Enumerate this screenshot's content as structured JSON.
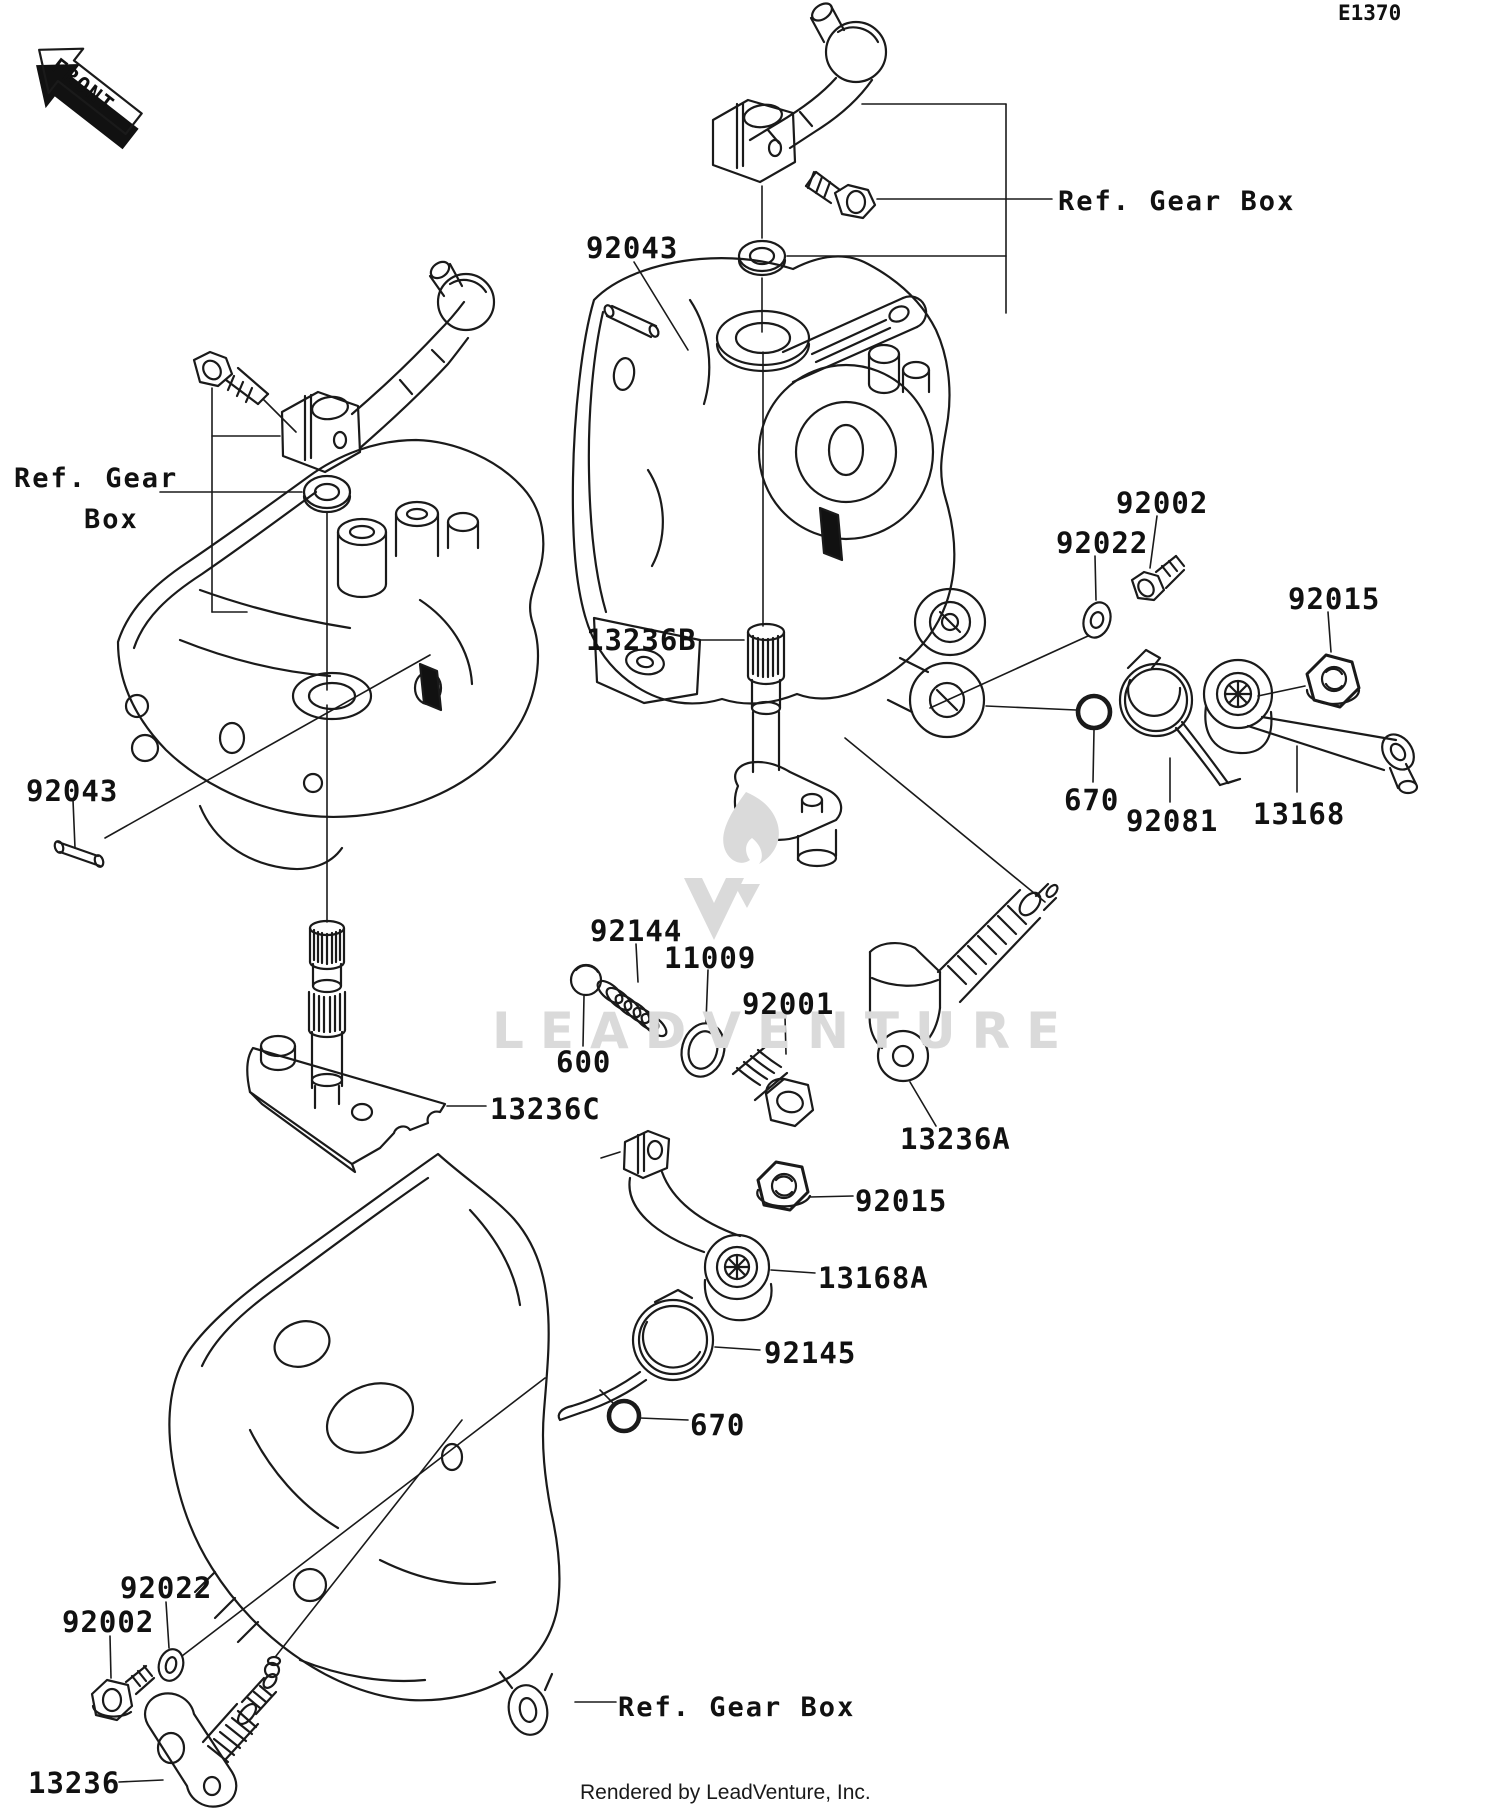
{
  "page": {
    "diagram_code": "E1370",
    "front_marker": "FRONT",
    "credit": "Rendered by LeadVenture, Inc.",
    "watermark_text": "LEADVENTURE"
  },
  "references": {
    "top": "Ref. Gear  Box",
    "left_line1": "Ref. Gear",
    "left_line2": "Box",
    "bottom": "Ref. Gear  Box"
  },
  "part_labels": {
    "pin_top": "92043",
    "pin_left": "92043",
    "bolt_right": "92002",
    "washer_right": "92022",
    "nut_right": "92015",
    "shift_shaft_b": "13236B",
    "oring_right": "670",
    "spring_right": "92081",
    "lever_right": "13168",
    "spring_detent": "92144",
    "gasket": "11009",
    "plug": "92001",
    "ball": "600",
    "shift_shaft_c": "13236C",
    "shift_shaft_a": "13236A",
    "nut_bottom": "92015",
    "lever_bottom": "13168A",
    "spring_return": "92145",
    "oring_bottom": "670",
    "washer_bottom": "92022",
    "bolt_bottom": "92002",
    "shift_shaft": "13236"
  },
  "colors": {
    "line": "#1a1a1a",
    "watermark": "#dadada",
    "background": "#ffffff"
  }
}
